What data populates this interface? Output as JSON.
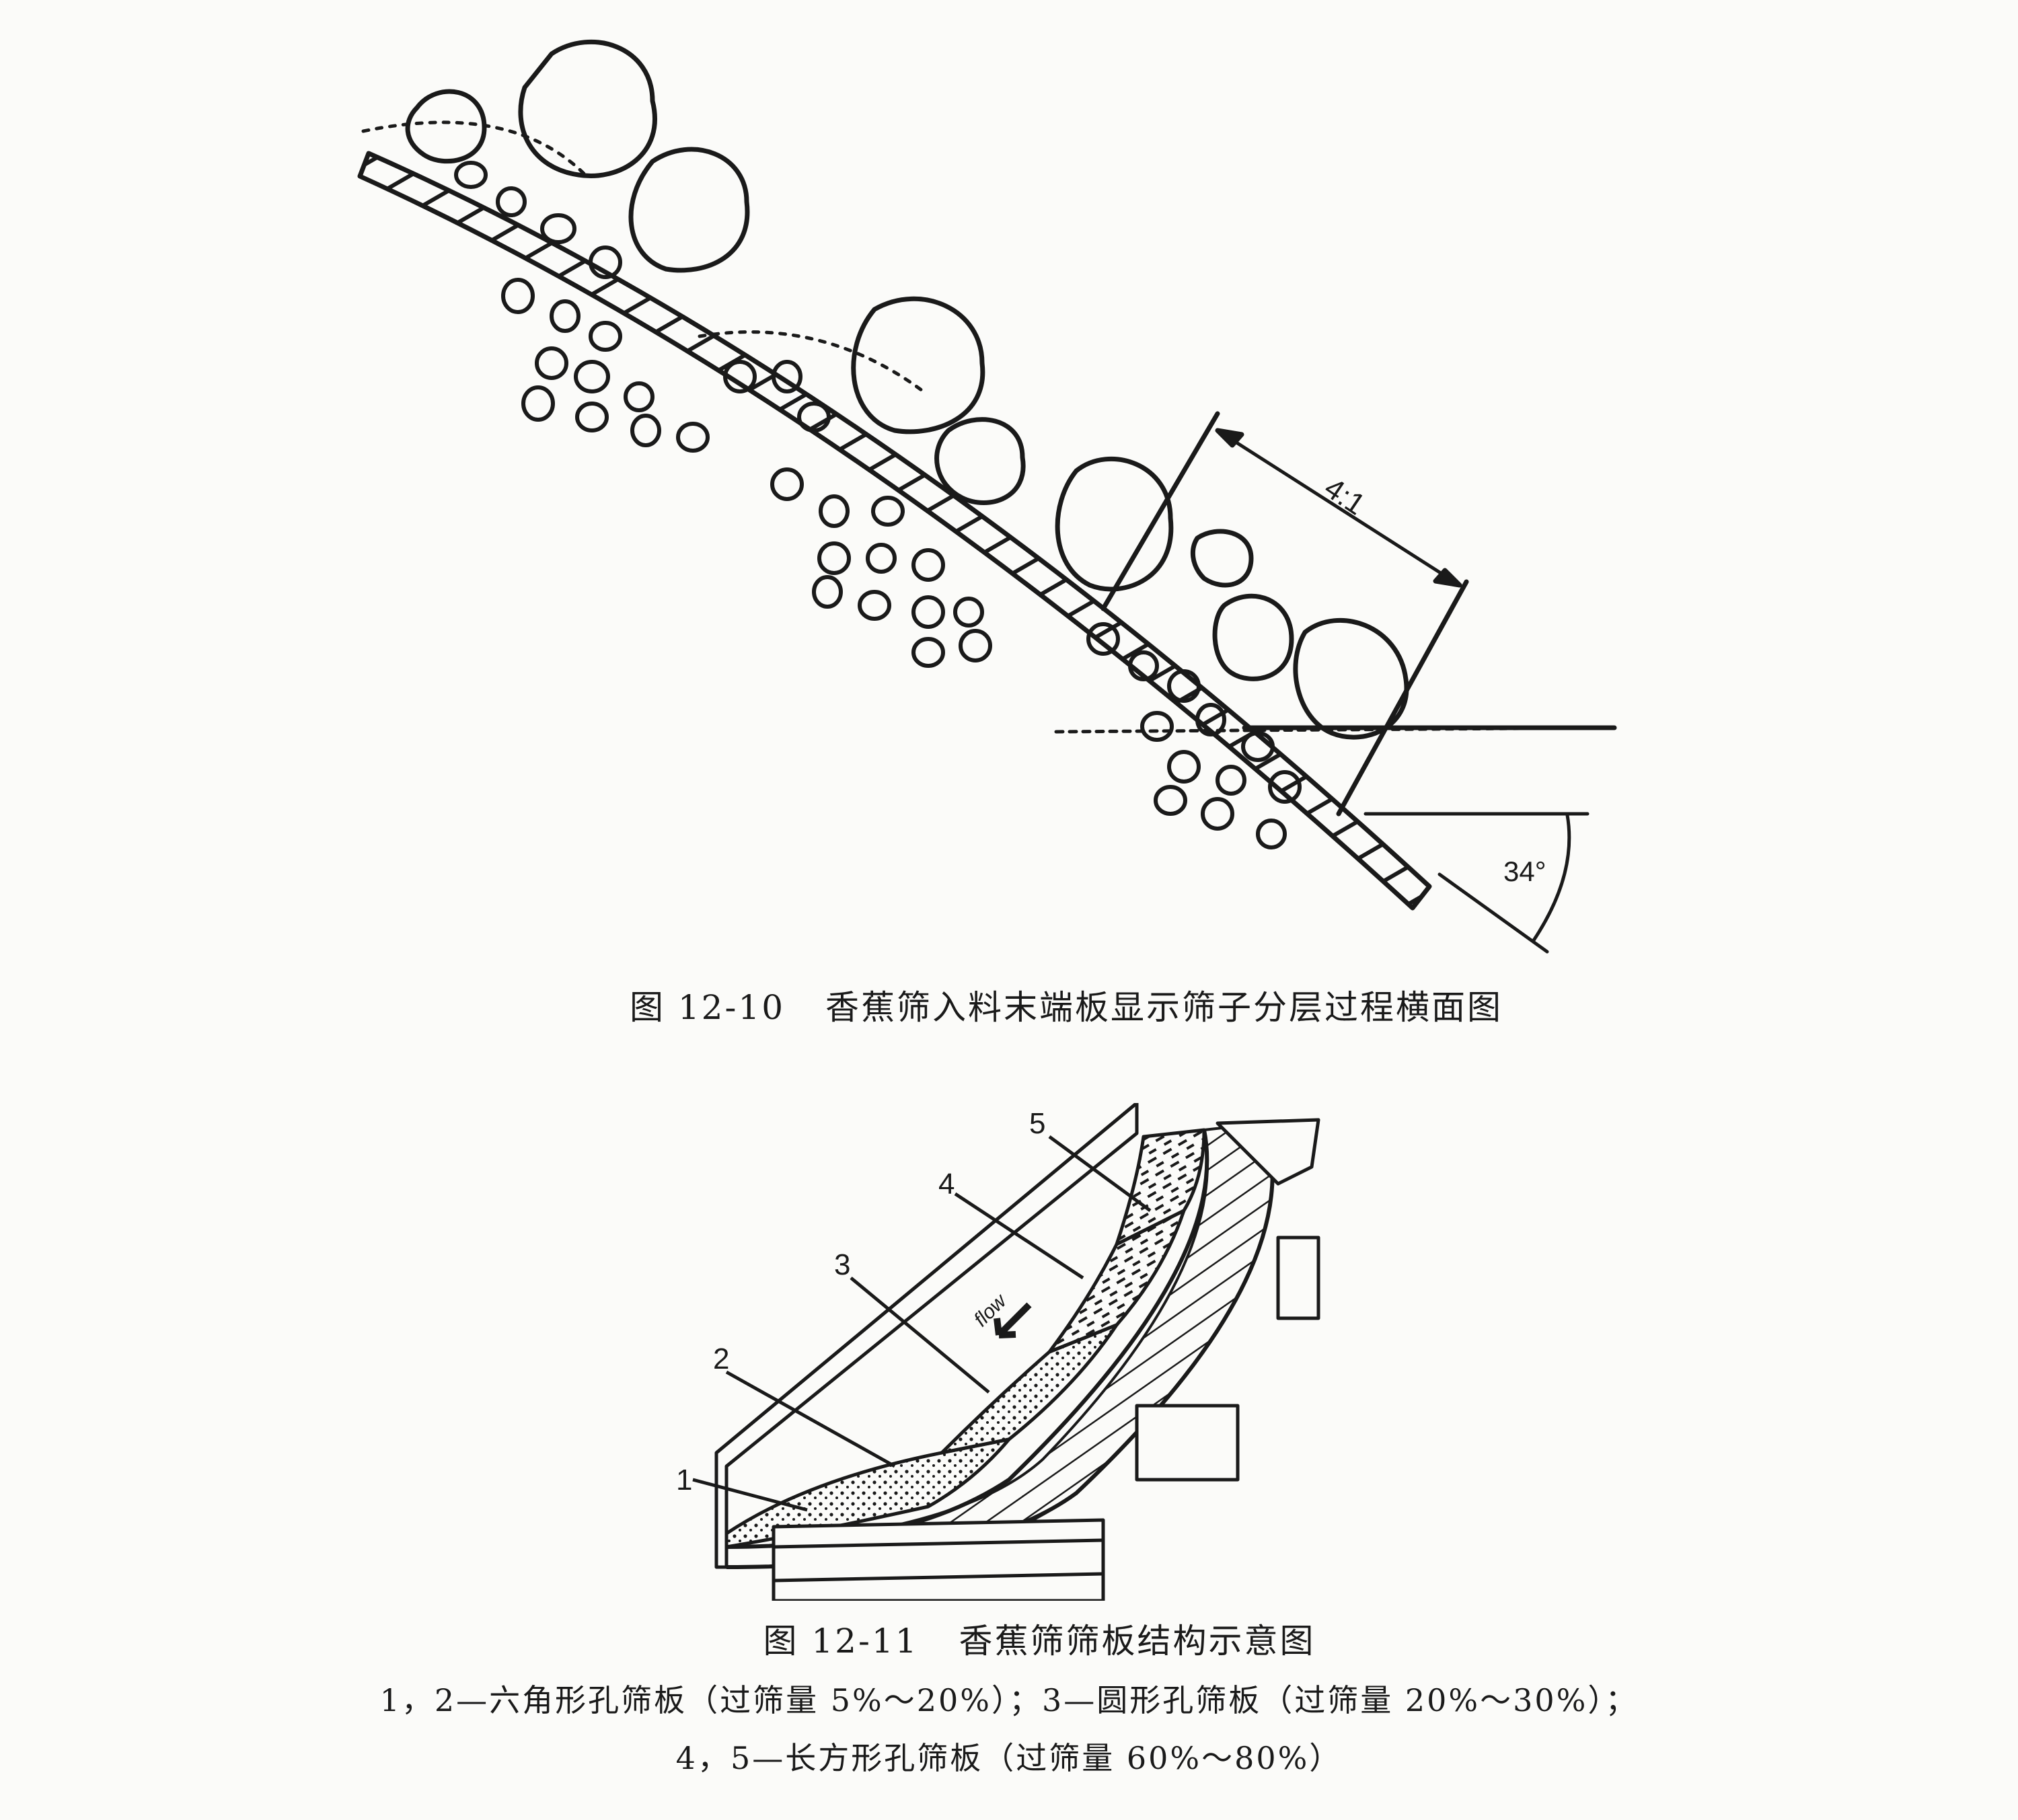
{
  "figure_12_10": {
    "number": "图 12-10",
    "title": "香蕉筛入料末端板显示筛子分层过程横面图",
    "ratio_label": "4:1",
    "angle_label": "34°"
  },
  "figure_12_11": {
    "number": "图 12-11",
    "title": "香蕉筛筛板结构示意图",
    "part_labels": [
      "1",
      "2",
      "3",
      "4",
      "5"
    ],
    "flow_label": "flow",
    "legend_line1": "1，2—六角形孔筛板（过筛量 5%～20%）；3—圆形孔筛板（过筛量 20%～30%）；",
    "legend_line2": "4，5—长方形孔筛板（过筛量 60%～80%）"
  },
  "colors": {
    "ink": "#1a1a1a",
    "paper": "#fbfbf9"
  }
}
